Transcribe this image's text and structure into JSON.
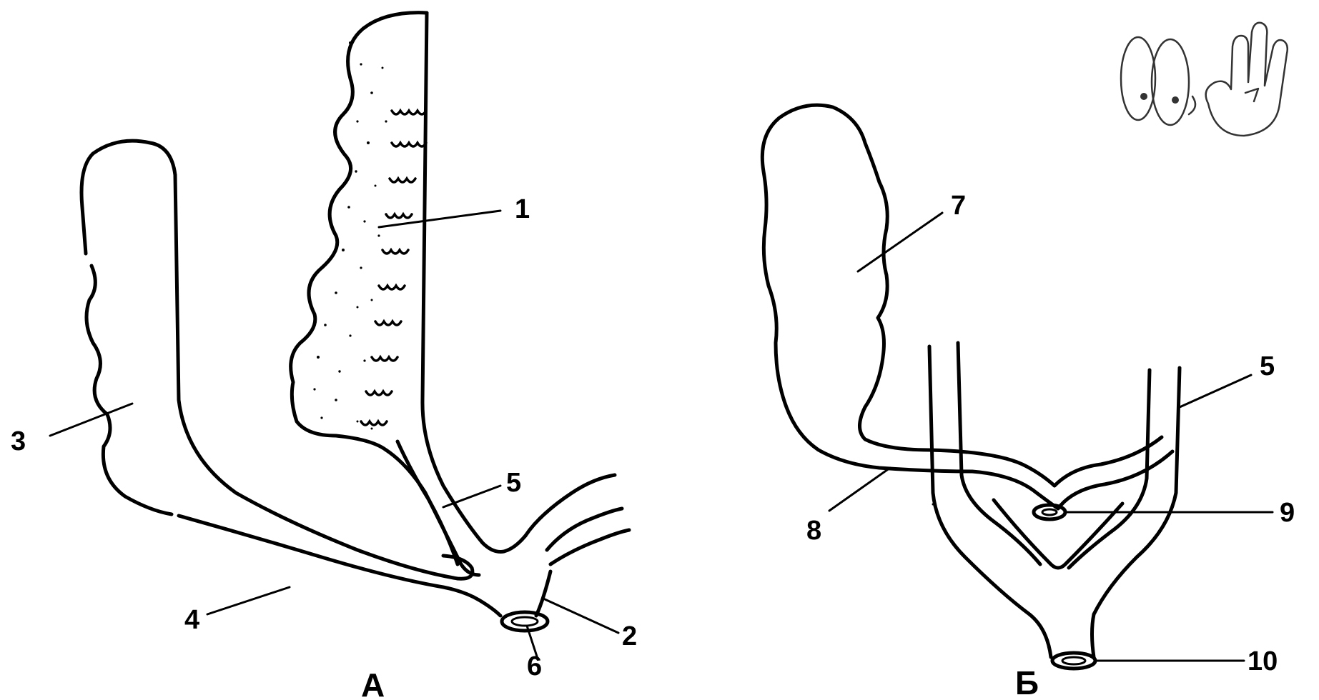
{
  "labels": {
    "l1": "1",
    "l2": "2",
    "l3": "3",
    "l4": "4",
    "l5a": "5",
    "l5b": "5",
    "l6": "6",
    "l7": "7",
    "l8": "8",
    "l9": "9",
    "l10": "10"
  },
  "panels": {
    "a": "А",
    "b": "Б"
  },
  "colors": {
    "ink": "#000000",
    "background": "#ffffff"
  },
  "icons": {
    "corner_logo": "cartoon-eyes-and-hand-logo"
  }
}
